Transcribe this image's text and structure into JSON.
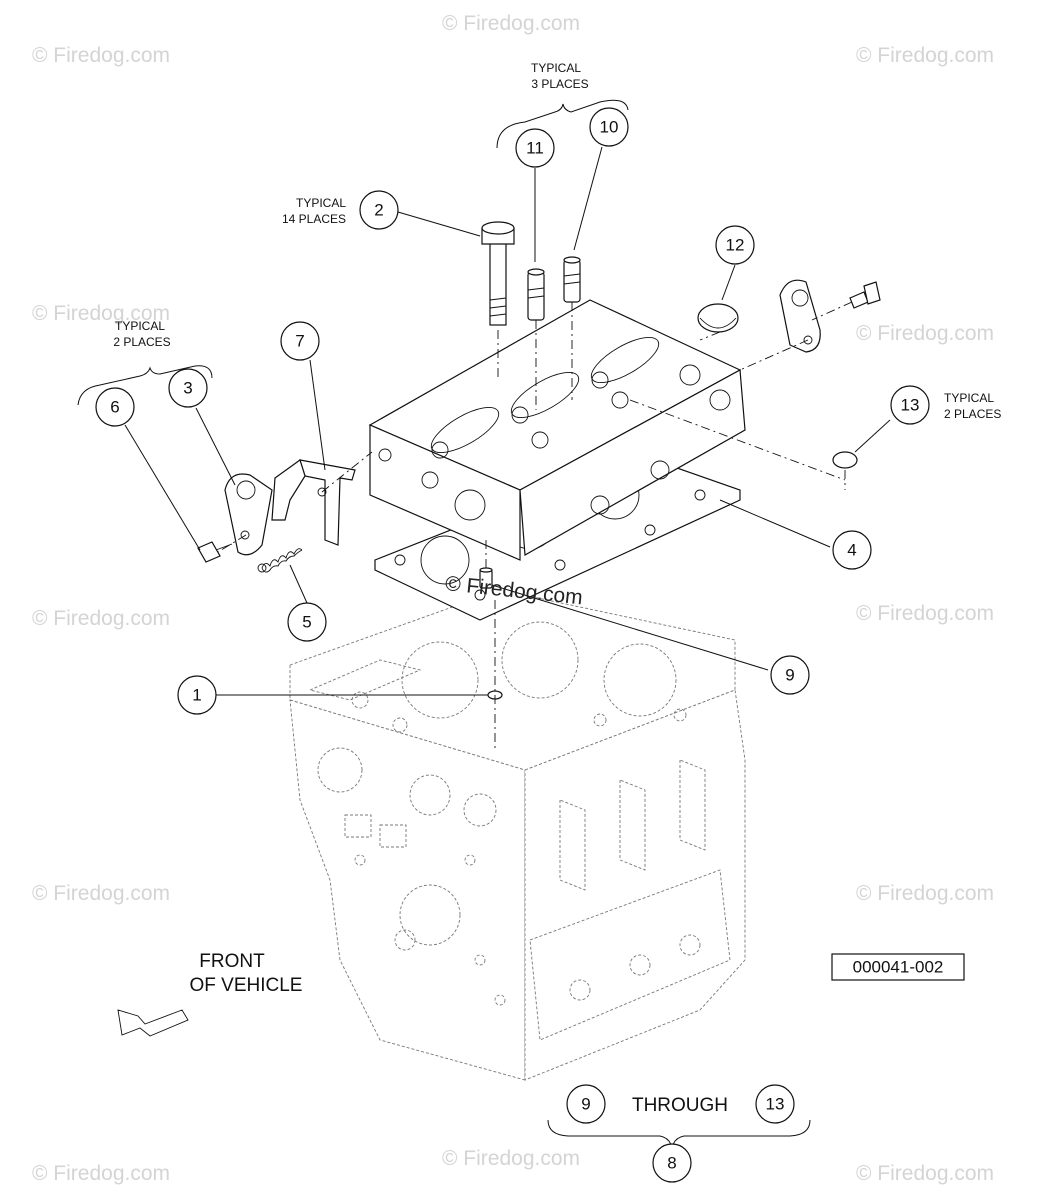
{
  "watermark": "© Firedog.com",
  "center_watermark": "© Firedog.com",
  "reference_number": "000041-002",
  "front_label": {
    "line1": "FRONT",
    "line2": "OF VEHICLE"
  },
  "through_group": {
    "from": "9",
    "word": "THROUGH",
    "to": "13",
    "parent": "8"
  },
  "notes": {
    "typical_3": {
      "line1": "TYPICAL",
      "line2": "3 PLACES"
    },
    "typical_14": {
      "line1": "TYPICAL",
      "line2": "14 PLACES"
    },
    "typical_2_left": {
      "line1": "TYPICAL",
      "line2": "2 PLACES"
    },
    "typical_2_right": {
      "line1": "TYPICAL",
      "line2": "2 PLACES"
    }
  },
  "callouts": {
    "c1": "1",
    "c2": "2",
    "c3": "3",
    "c4": "4",
    "c5": "5",
    "c6": "6",
    "c7": "7",
    "c9": "9",
    "c10": "10",
    "c11": "11",
    "c12": "12",
    "c13": "13"
  }
}
